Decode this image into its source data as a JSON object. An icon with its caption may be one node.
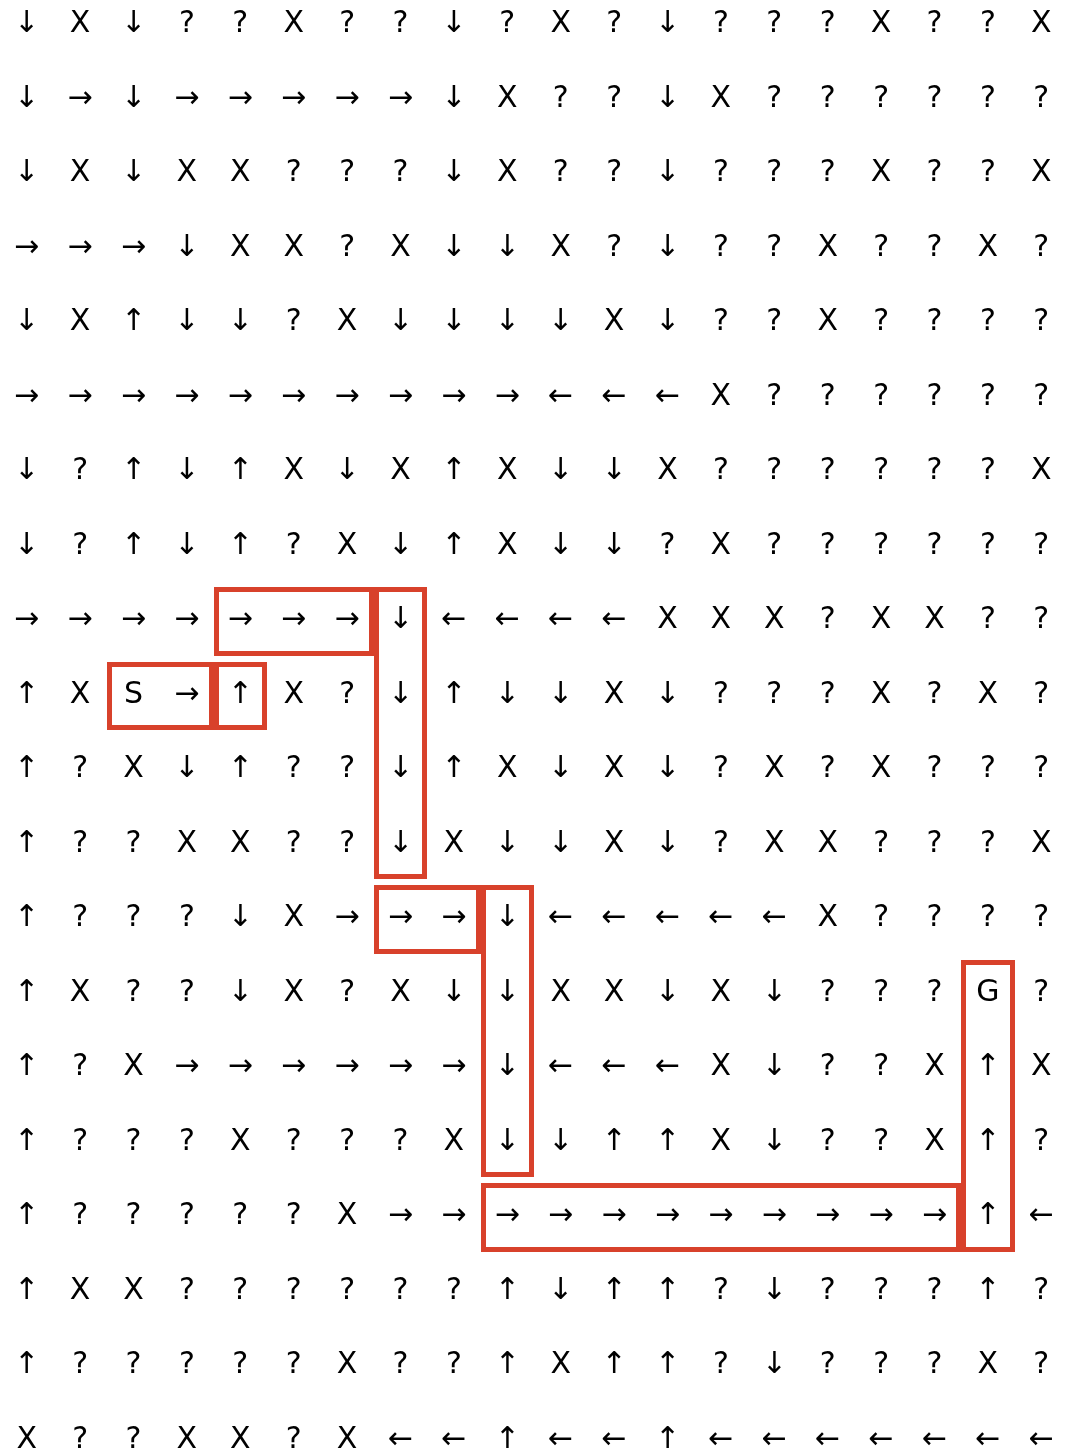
{
  "diagram": {
    "nodes": [
      {
        "text": [
          "→",
          "→",
          "→"
        ]
      },
      {
        "text": [
          "↓",
          "↓",
          "↓",
          "↓"
        ]
      },
      {
        "text": [
          "S",
          "→"
        ]
      },
      {
        "text": [
          "↑"
        ]
      },
      {
        "text": [
          "→",
          "→"
        ]
      },
      {
        "text": [
          "↓",
          "↓",
          "↓",
          "↓"
        ]
      },
      {
        "text": [
          "G",
          "↑",
          "↑",
          "↑"
        ]
      },
      {
        "text": [
          "→",
          "→",
          "→",
          "→",
          "→",
          "→",
          "→",
          "→",
          "→"
        ]
      }
    ],
    "labels": [
      "↓",
      "X",
      "↓",
      "?",
      "?",
      "X",
      "?",
      "?",
      "↓",
      "?",
      "X",
      "?",
      "↓",
      "?",
      "?",
      "?",
      "X",
      "?",
      "?",
      "X",
      "↓",
      "→",
      "↓",
      "→",
      "→",
      "→",
      "→",
      "→",
      "↓",
      "X",
      "?",
      "?",
      "↓",
      "X",
      "?",
      "?",
      "?",
      "?",
      "?",
      "?",
      "↓",
      "X",
      "↓",
      "X",
      "X",
      "?",
      "?",
      "?",
      "↓",
      "X",
      "?",
      "?",
      "↓",
      "?",
      "?",
      "?",
      "X",
      "?",
      "?",
      "X",
      "→",
      "→",
      "→",
      "↓",
      "X",
      "X",
      "?",
      "X",
      "↓",
      "↓",
      "X",
      "?",
      "↓",
      "?",
      "?",
      "X",
      "?",
      "?",
      "X",
      "?",
      "↓",
      "X",
      "↑",
      "↓",
      "↓",
      "?",
      "X",
      "↓",
      "↓",
      "↓",
      "↓",
      "X",
      "↓",
      "?",
      "?",
      "X",
      "?",
      "?",
      "?",
      "?",
      "→",
      "→",
      "→",
      "→",
      "→",
      "→",
      "→",
      "→",
      "→",
      "→",
      "←",
      "←",
      "←",
      "X",
      "?",
      "?",
      "?",
      "?",
      "?",
      "?",
      "↓",
      "?",
      "↑",
      "↓",
      "↑",
      "X",
      "↓",
      "X",
      "↑",
      "X",
      "↓",
      "↓",
      "X",
      "?",
      "?",
      "?",
      "?",
      "?",
      "?",
      "X",
      "↓",
      "?",
      "↑",
      "↓",
      "↑",
      "?",
      "X",
      "↓",
      "↑",
      "X",
      "↓",
      "↓",
      "?",
      "X",
      "?",
      "?",
      "?",
      "?",
      "?",
      "?",
      "→",
      "→",
      "→",
      "→",
      "←",
      "←",
      "←",
      "←",
      "X",
      "X",
      "X",
      "?",
      "X",
      "X",
      "?",
      "?",
      "↑",
      "X",
      "X",
      "?",
      "↑",
      "↓",
      "↓",
      "X",
      "↓",
      "?",
      "?",
      "?",
      "X",
      "?",
      "X",
      "?",
      "↑",
      "?",
      "X",
      "↓",
      "↑",
      "?",
      "?",
      "↑",
      "X",
      "↓",
      "X",
      "↓",
      "?",
      "X",
      "?",
      "X",
      "?",
      "?",
      "?",
      "↑",
      "?",
      "?",
      "X",
      "X",
      "?",
      "?",
      "X",
      "↓",
      "↓",
      "X",
      "↓",
      "?",
      "X",
      "X",
      "?",
      "?",
      "?",
      "X",
      "↑",
      "?",
      "?",
      "?",
      "↓",
      "X",
      "→",
      "←",
      "←",
      "←",
      "←",
      "←",
      "X",
      "?",
      "?",
      "?",
      "?",
      "↑",
      "X",
      "?",
      "?",
      "↓",
      "X",
      "?",
      "X",
      "↓",
      "X",
      "X",
      "↓",
      "X",
      "↓",
      "?",
      "?",
      "?",
      "?",
      "↑",
      "?",
      "X",
      "→",
      "→",
      "→",
      "→",
      "→",
      "→",
      "←",
      "←",
      "←",
      "X",
      "↓",
      "?",
      "?",
      "X",
      "X",
      "↑",
      "?",
      "?",
      "?",
      "X",
      "?",
      "?",
      "?",
      "X",
      "↓",
      "↑",
      "↑",
      "X",
      "↓",
      "?",
      "?",
      "X",
      "?",
      "↑",
      "?",
      "?",
      "?",
      "?",
      "?",
      "X",
      "→",
      "→",
      "←",
      "↑",
      "X",
      "X",
      "?",
      "?",
      "?",
      "?",
      "?",
      "?",
      "↑",
      "↓",
      "↑",
      "↑",
      "?",
      "↓",
      "?",
      "?",
      "?",
      "↑",
      "?",
      "↑",
      "?",
      "?",
      "?",
      "?",
      "?",
      "X",
      "?",
      "?",
      "↑",
      "X",
      "↑",
      "↑",
      "?",
      "↓",
      "?",
      "?",
      "?",
      "X",
      "?",
      "X",
      "?",
      "?",
      "X",
      "X",
      "?",
      "X",
      "←",
      "←",
      "↑",
      "←",
      "←",
      "↑",
      "←",
      "←",
      "←",
      "←",
      "←",
      "←",
      "←"
    ]
  }
}
